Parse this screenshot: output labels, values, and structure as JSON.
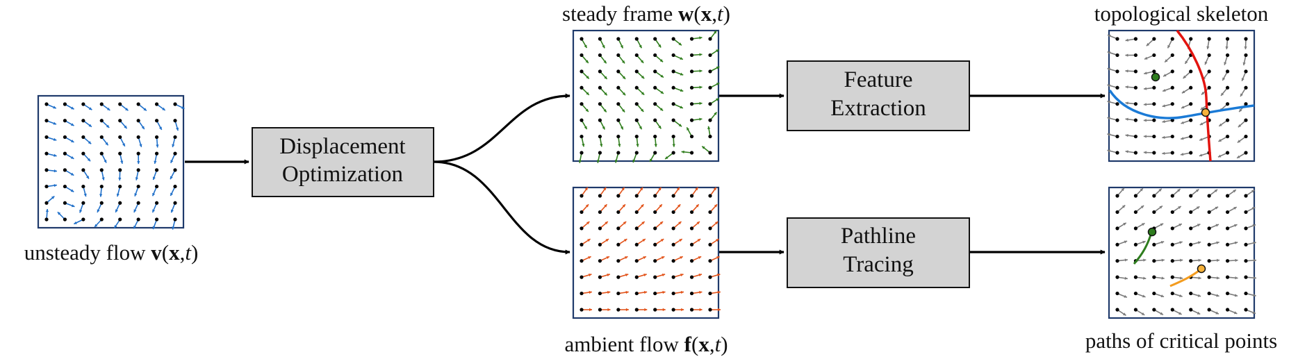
{
  "panels": [
    {
      "id": "unsteady",
      "caption": "unsteady flow",
      "math": {
        "bold": "v",
        "args": [
          "x",
          "t"
        ]
      },
      "arrow_color": "#1f6fc9",
      "field": "unsteady"
    },
    {
      "id": "steady",
      "caption": "steady frame",
      "math": {
        "bold": "w",
        "args": [
          "x",
          "t"
        ]
      },
      "arrow_color": "#2f7d1c",
      "field": "steady"
    },
    {
      "id": "ambient",
      "caption": "ambient flow",
      "math": {
        "bold": "f",
        "args": [
          "x",
          "t"
        ]
      },
      "arrow_color": "#e2531a",
      "field": "ambient"
    },
    {
      "id": "skeleton",
      "caption": "topological skeleton",
      "arrow_color": "#7a7a7a",
      "field": "skeleton"
    },
    {
      "id": "paths",
      "caption": "paths of critical points",
      "arrow_color": "#7a7a7a",
      "field": "paths"
    }
  ],
  "process_boxes": [
    {
      "id": "displacement",
      "lines": [
        "Displacement",
        "Optimization"
      ]
    },
    {
      "id": "feature",
      "lines": [
        "Feature",
        "Extraction"
      ]
    },
    {
      "id": "pathline",
      "lines": [
        "Pathline",
        "Tracing"
      ]
    }
  ],
  "colors": {
    "separatrix_red": "#e3140f",
    "separatrix_blue": "#1a7ad6",
    "critical_center": "#2e7d1e",
    "critical_saddle": "#f6b23a",
    "path_green": "#2e7d1e",
    "path_orange": "#f39c1f",
    "box_fill": "#d3d3d3",
    "frame_border": "#1f3a6b"
  }
}
